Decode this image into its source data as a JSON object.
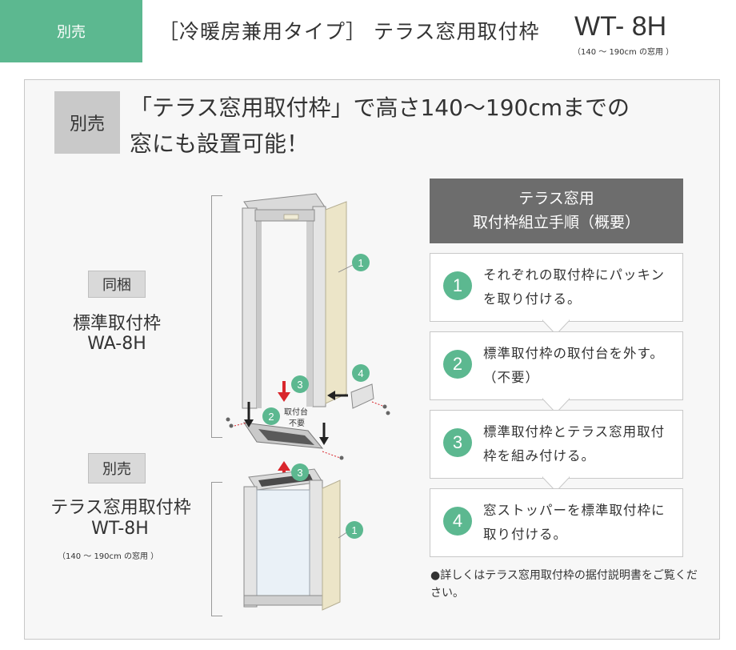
{
  "header": {
    "tag": "別売",
    "title": "［冷暖房兼用タイプ］ テラス窓用取付枠",
    "model": "WT- 8H",
    "model_note": "（140 〜 190cm の窓用 ）"
  },
  "main": {
    "tag": "別売",
    "headline_line1": "「テラス窓用取付枠」で高さ140〜190cmまでの",
    "headline_line2": "窓にも設置可能！"
  },
  "left": {
    "included_badge": "同梱",
    "included_name": "標準取付枠",
    "included_model": "WA-8H",
    "sold_badge": "別売",
    "sold_name": "テラス窓用取付枠",
    "sold_model": "WT-8H",
    "sold_note": "（140 〜 190cm の窓用 ）"
  },
  "illustration": {
    "callout_1_top": "1",
    "callout_2": "2",
    "callout_2_text_line1": "取付台",
    "callout_2_text_line2": "不要",
    "callout_3_top": "3",
    "callout_3_bottom": "3",
    "callout_4": "4",
    "callout_1_bottom": "1"
  },
  "steps": {
    "head_line1": "テラス窓用",
    "head_line2": "取付枠組立手順（概要）",
    "items": [
      {
        "num": "1",
        "text": "それぞれの取付枠にパッキンを取り付ける。"
      },
      {
        "num": "2",
        "text": "標準取付枠の取付台を外す。（不要）"
      },
      {
        "num": "3",
        "text": "標準取付枠とテラス窓用取付枠を組み付ける。"
      },
      {
        "num": "4",
        "text": "窓ストッパーを標準取付枠に取り付ける。"
      }
    ]
  },
  "note": "●詳しくはテラス窓用取付枠の据付説明書をご覧ください。",
  "colors": {
    "accent_green": "#5cb890",
    "dark_gray": "#6d6d6d",
    "arrow_red": "#d9262c"
  }
}
